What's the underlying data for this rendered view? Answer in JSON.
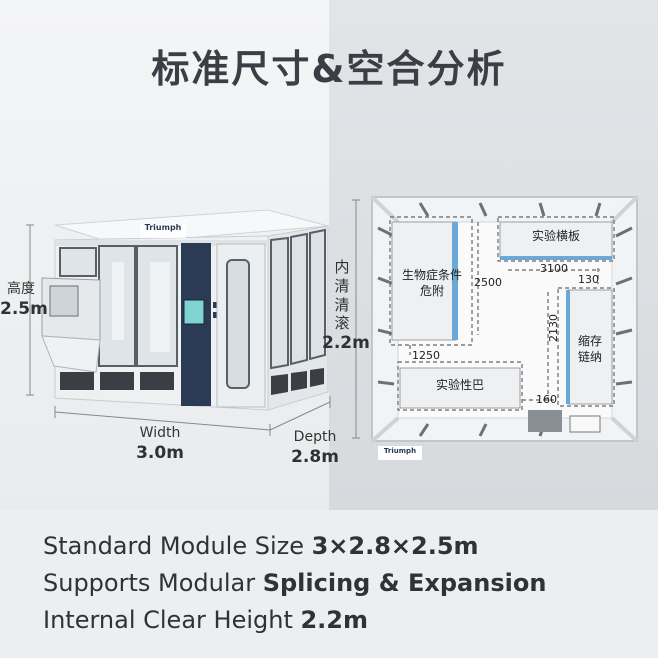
{
  "title": "标准尺寸&空合分析",
  "dimensions": {
    "height_label": "高度",
    "height_value": "2.5m",
    "width_label": "Width",
    "width_value": "3.0m",
    "depth_label": "Depth",
    "depth_value": "2.8m",
    "clear_height_label": [
      "内",
      "清",
      "清",
      "滚"
    ],
    "clear_height_value": "2.2m"
  },
  "brand": "Triumph",
  "floorplan": {
    "zones": [
      {
        "id": "bio",
        "lines": [
          "生物症条件",
          "危附"
        ]
      },
      {
        "id": "bench-top",
        "lines": [
          "实验横板"
        ]
      },
      {
        "id": "storage",
        "lines": [
          "缩存",
          "链纳"
        ]
      },
      {
        "id": "bench-bottom",
        "lines": [
          "实验性巴"
        ]
      }
    ],
    "measurements": [
      "3100",
      "130",
      "2500",
      "2130",
      "1250",
      "160"
    ]
  },
  "statements": [
    {
      "plain": "Standard Module Size ",
      "bold": "3×2.8×2.5m",
      "bold_first": false
    },
    {
      "plain": "Supports Modular ",
      "bold": "Splicing & Expansion",
      "bold_first": false
    },
    {
      "plain": "Internal Clear Height ",
      "bold": "2.2m",
      "bold_first": false
    }
  ],
  "colors": {
    "frame_gray": "#c9cdd1",
    "panel_navy": "#2b3a55",
    "accent_blue": "#6aa8d8",
    "dashed": "#666666"
  }
}
